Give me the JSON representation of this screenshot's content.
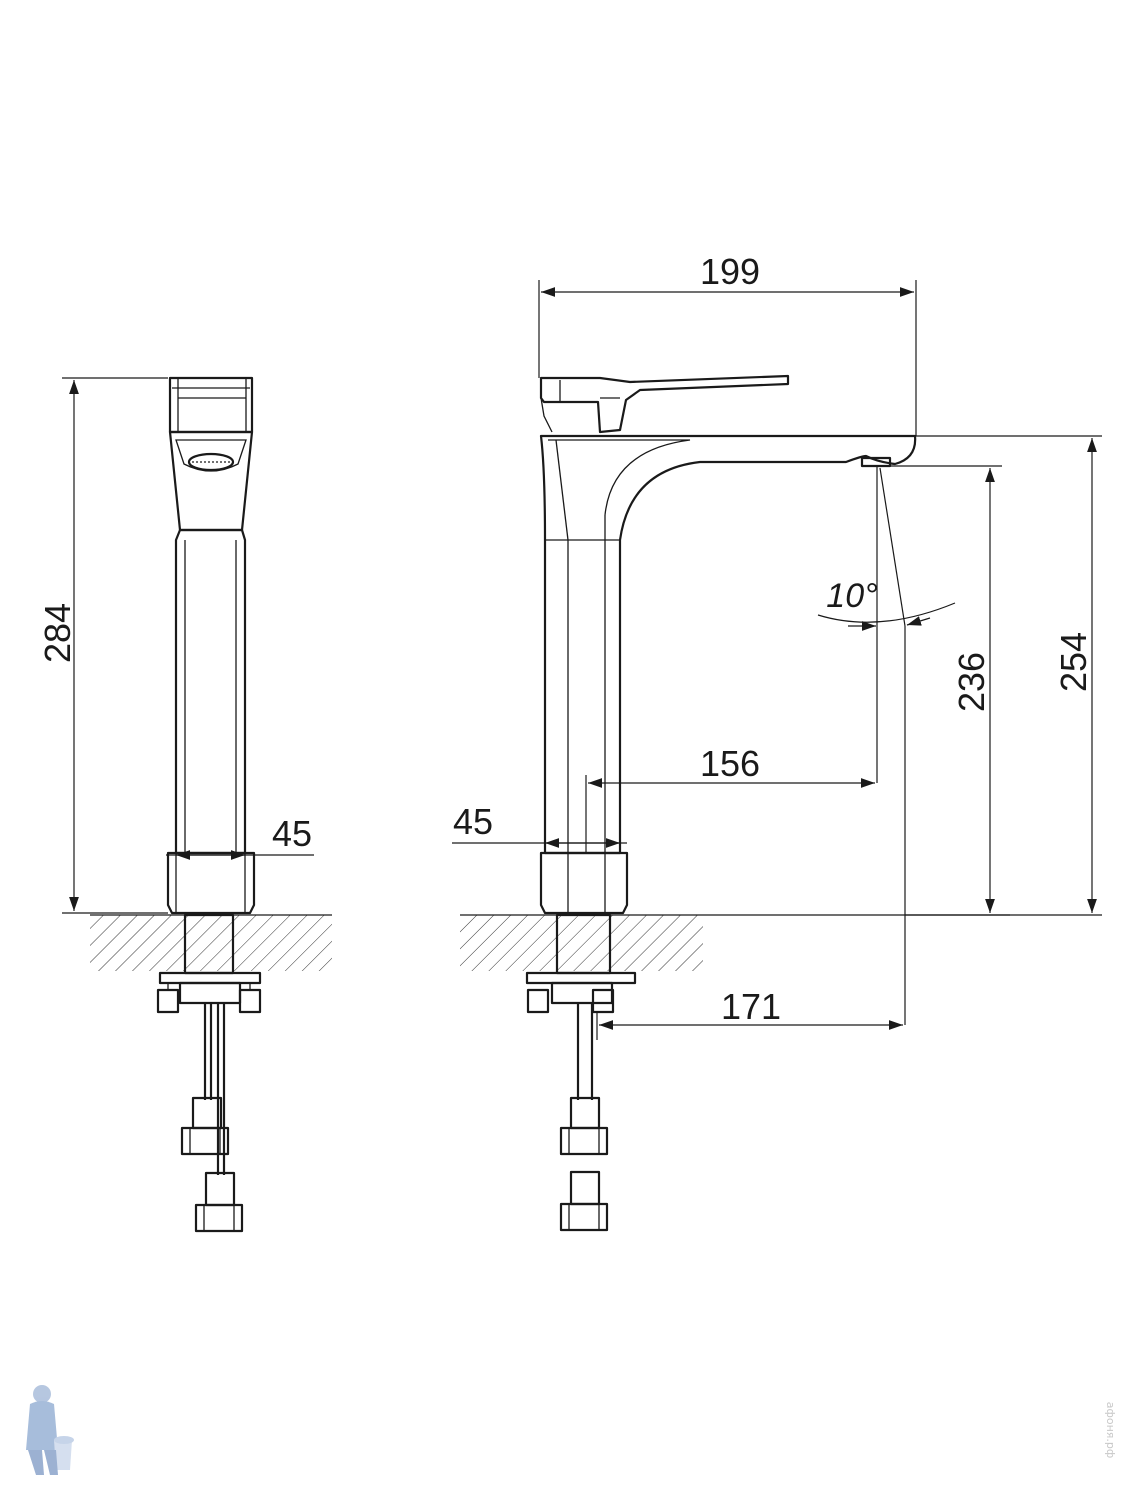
{
  "dimensions": {
    "side_total_height": "284",
    "side_body_width": "45",
    "front_total_width": "199",
    "front_body_width": "45",
    "spout_reach": "156",
    "spout_height": "236",
    "body_height": "254",
    "jet_reach": "171",
    "jet_angle": "10°"
  },
  "watermark": {
    "text": "афоня.рф",
    "logo": "plumber-mascot-icon"
  }
}
